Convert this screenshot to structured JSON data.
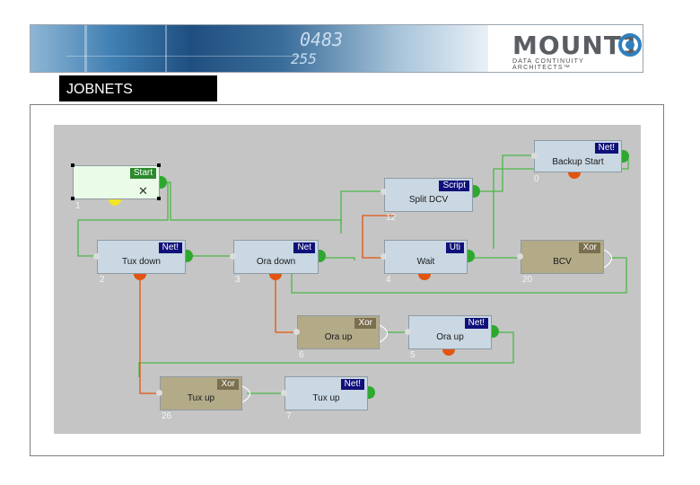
{
  "header": {
    "logo_word": "MOUNT1",
    "logo_tagline": "DATA CONTINUITY ARCHITECTS™",
    "banner_numbers": [
      "0483",
      "255"
    ]
  },
  "section_title": "JOBNETS",
  "colors": {
    "tag_job": "#10107a",
    "tag_start": "#2c8a2c",
    "tag_xor": "#7a6f4f",
    "link_green": "#4cb848",
    "link_orange": "#e2540f",
    "node_blue": "#c9d8e3",
    "node_tan": "#b3aa88",
    "node_start": "#eafbe7"
  },
  "nodes": [
    {
      "id": "start",
      "tag": "Start",
      "label": "",
      "number": "1",
      "kind": "start"
    },
    {
      "id": "backup-start",
      "tag": "Net!",
      "label": "Backup Start",
      "number": "0",
      "kind": "job"
    },
    {
      "id": "split-dcv",
      "tag": "Script",
      "label": "Split DCV",
      "number": "12",
      "kind": "job"
    },
    {
      "id": "tux-down",
      "tag": "Net!",
      "label": "Tux down",
      "number": "2",
      "kind": "job"
    },
    {
      "id": "ora-down",
      "tag": "Net",
      "label": "Ora down",
      "number": "3",
      "kind": "job"
    },
    {
      "id": "wait",
      "tag": "Uti",
      "label": "Wait",
      "number": "4",
      "kind": "job"
    },
    {
      "id": "bcv",
      "tag": "Xor",
      "label": "BCV",
      "number": "20",
      "kind": "xor"
    },
    {
      "id": "ora-up-xor",
      "tag": "Xor",
      "label": "Ora up",
      "number": "6",
      "kind": "xor"
    },
    {
      "id": "ora-up",
      "tag": "Net!",
      "label": "Ora up",
      "number": "5",
      "kind": "job"
    },
    {
      "id": "tux-up-xor",
      "tag": "Xor",
      "label": "Tux up",
      "number": "26",
      "kind": "xor"
    },
    {
      "id": "tux-up",
      "tag": "Net!",
      "label": "Tux up",
      "number": "7",
      "kind": "job"
    }
  ]
}
